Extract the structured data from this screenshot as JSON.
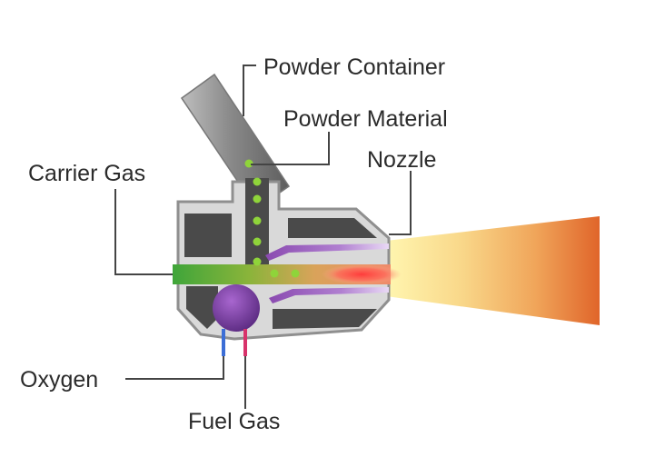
{
  "labels": {
    "powder_container": "Powder Container",
    "powder_material": "Powder Material",
    "nozzle": "Nozzle",
    "carrier_gas": "Carrier Gas",
    "oxygen": "Oxygen",
    "fuel_gas": "Fuel Gas"
  },
  "colors": {
    "body_outline": "#8f8f8f",
    "body_fill": "#d9d9d9",
    "cavity": "#4a4a4a",
    "powder_dots": "#8fd43a",
    "carrier_gas_start": "#3fa53a",
    "combustion_chamber": "#7b3fa0",
    "oxygen_line": "#3c6ed6",
    "fuel_gas_line": "#d8336b",
    "flame_start": "#fff6b0",
    "flame_end": "#e0652a",
    "hot_core": "#ff3b3b"
  }
}
